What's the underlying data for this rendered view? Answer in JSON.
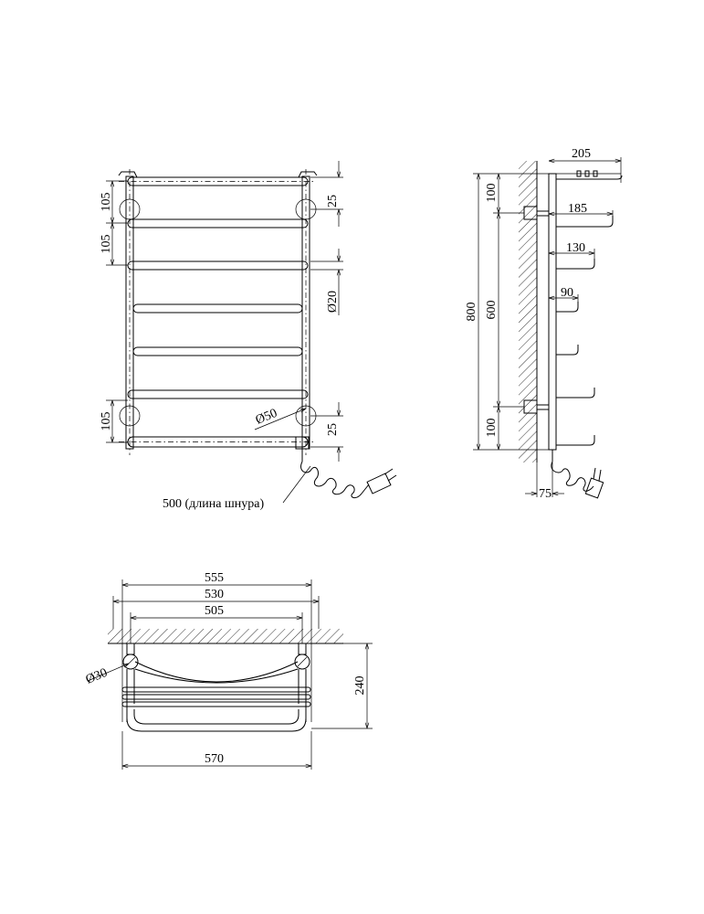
{
  "front_view": {
    "dim_105_top": "105",
    "dim_105_mid": "105",
    "dim_105_bottom": "105",
    "dim_25_top": "25",
    "dim_25_bottom": "25",
    "dim_d20": "Ø20",
    "dim_d50": "Ø50",
    "cable_note": "500 (длина шнура)"
  },
  "side_view": {
    "dim_205": "205",
    "dim_185": "185",
    "dim_130": "130",
    "dim_90": "90",
    "dim_800": "800",
    "dim_600": "600",
    "dim_100_top": "100",
    "dim_100_bottom": "100",
    "dim_75": "75"
  },
  "top_view": {
    "dim_555": "555",
    "dim_530": "530",
    "dim_505": "505",
    "dim_570": "570",
    "dim_240": "240",
    "dim_d30": "Ø30"
  }
}
